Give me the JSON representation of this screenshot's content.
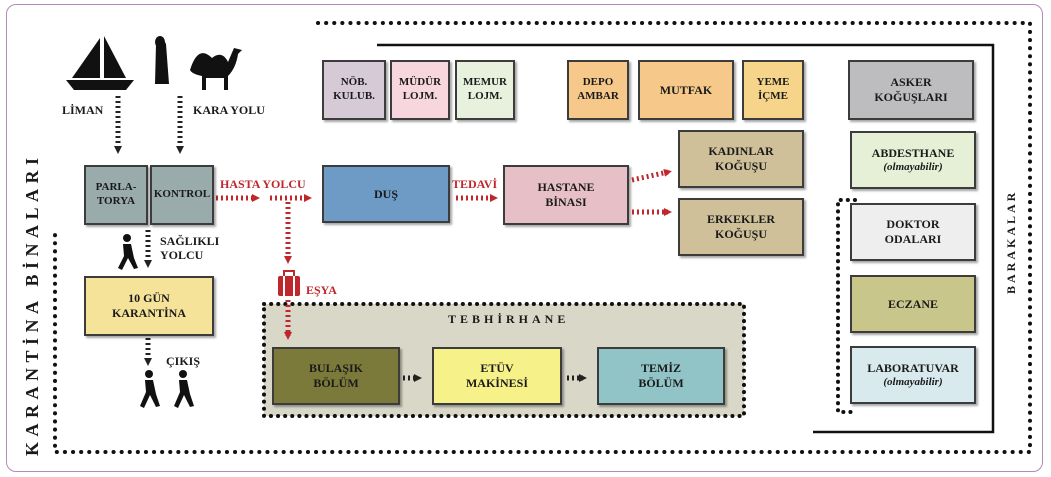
{
  "labels": {
    "liman": "LİMAN",
    "kara_yolu": "KARA YOLU",
    "hasta_yolcu": "HASTA YOLCU",
    "tedavi": "TEDAVİ",
    "saglikli_yolcu": "SAĞLIKLI\nYOLCU",
    "esya": "EŞYA",
    "cikis": "ÇIKIŞ",
    "karantina_binalari": "KARANTİNA BİNALARI",
    "barakalar": "BARAKALAR",
    "tebhirhane": "TEBHİRHANE"
  },
  "entry": {
    "parlatorya": "PARLA-\nTORYA",
    "kontrol": "KONTROL"
  },
  "karantina_box": "10 GÜN\nKARANTİNA",
  "top_row": {
    "nob_kulub": "NÖB.\nKULUB.",
    "mudur_lojm": "MÜDÜR\nLOJM.",
    "memur_lojm": "MEMUR\nLOJM.",
    "depo_ambar": "DEPO\nAMBAR",
    "mutfak": "MUTFAK",
    "yeme_icme": "YEME\nİÇME",
    "asker_kogus": "ASKER\nKOĞUŞLARI"
  },
  "main": {
    "dus": "DUŞ",
    "hastane": "HASTANE\nBİNASI",
    "kadinlar": "KADINLAR\nKOĞUŞU",
    "erkekler": "ERKEKLER\nKOĞUŞU"
  },
  "tebhirhane_boxes": {
    "bulasik": "BULAŞIK\nBÖLÜM",
    "etuv": "ETÜV\nMAKİNESİ",
    "temiz": "TEMİZ\nBÖLÜM"
  },
  "right_column": {
    "abdesthane": "ABDESTHANE",
    "abdesthane_note": "(olmayabilir)",
    "doktor": "DOKTOR\nODALARI",
    "eczane": "ECZANE",
    "laboratuvar": "LABORATUVAR",
    "laboratuvar_note": "(olmayabilir)"
  },
  "colors": {
    "arrow_red": "#c0272d",
    "entry_box": "#9aabac",
    "karantina": "#f6e39a",
    "nob": "#d6cad6",
    "mudur": "#f7d6dd",
    "memur": "#e8f1dd",
    "depo": "#f6c98a",
    "yeme": "#f6d58a",
    "asker": "#bdbdbf",
    "dus": "#6d9bc5",
    "hastane": "#e6c0c6",
    "kogus": "#cfc09a",
    "tebhirhane_bg": "#d9d8c8",
    "bulasik": "#7b7a3a",
    "etuv": "#f6f188",
    "temiz": "#91c4c7",
    "abdesthane": "#e6f0d6",
    "doktor": "#eeeeee",
    "eczane": "#c9c68b",
    "laboratuvar": "#d9eaef"
  },
  "icons": [
    "sailboat-icon",
    "camel-rider-icon",
    "walking-person-icon",
    "walking-people-icon",
    "luggage-icon"
  ]
}
